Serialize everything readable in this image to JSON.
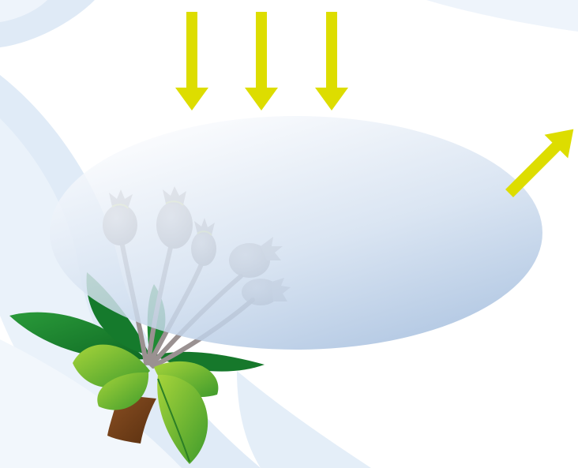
{
  "scene": {
    "background_color": "#ffffff",
    "decoration_color": "#e3edf8",
    "cloud_gradient": [
      "#f7f9fd",
      "#aec5e2"
    ],
    "arrow_color": "#dddd00",
    "stem_color": "#9a9191",
    "capsule_color": "#a9a2a2",
    "leaf_colors": [
      "#1d7d2e",
      "#7fbf2b"
    ],
    "root_color": "#6e3c17"
  },
  "arrows": [
    {
      "name": "incoming-radiation-arrow-1",
      "direction": "down"
    },
    {
      "name": "incoming-radiation-arrow-2",
      "direction": "down"
    },
    {
      "name": "incoming-radiation-arrow-3",
      "direction": "down"
    },
    {
      "name": "outgoing-radiation-arrow",
      "direction": "up-right"
    }
  ],
  "plant": {
    "capsule_count": 5,
    "leaf_count": 8
  }
}
